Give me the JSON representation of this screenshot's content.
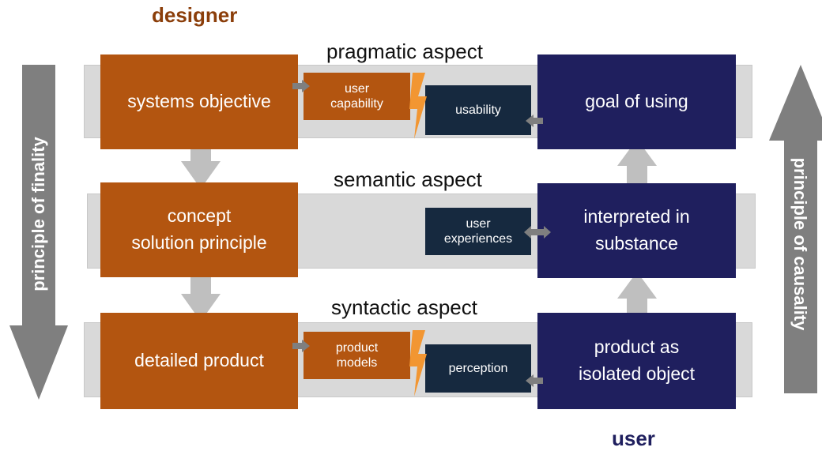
{
  "headings": {
    "designer": "designer",
    "user": "user"
  },
  "aspects": {
    "pragmatic": "pragmatic aspect",
    "semantic": "semantic aspect",
    "syntactic": "syntactic aspect"
  },
  "designer_boxes": {
    "systems_objective": "systems objective",
    "concept_line1": "concept",
    "concept_line2": "solution principle",
    "detailed_product": "detailed product"
  },
  "user_boxes": {
    "goal_of_using": "goal of using",
    "interpreted_line1": "interpreted in",
    "interpreted_line2": "substance",
    "product_line1": "product as",
    "product_line2": "isolated object"
  },
  "small_boxes": {
    "user_capability_line1": "user",
    "user_capability_line2": "capability",
    "usability": "usability",
    "user_experiences_line1": "user",
    "user_experiences_line2": "experiences",
    "product_models_line1": "product",
    "product_models_line2": "models",
    "perception": "perception"
  },
  "side_arrows": {
    "left": "principle of finality",
    "right": "principle of causality"
  },
  "colors": {
    "designer_orange": "#b35510",
    "user_navy": "#1f1f5e",
    "small_dark": "#16293f",
    "band_gray": "#d9d9d9",
    "arrow_gray": "#7f7f7f",
    "lightning": "#f29632"
  }
}
